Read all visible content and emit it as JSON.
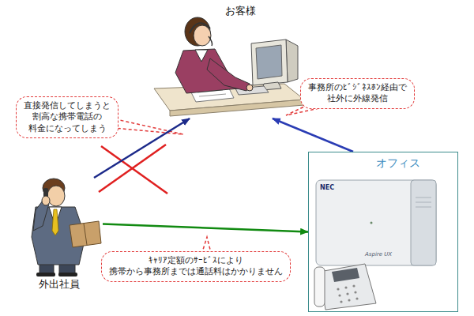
{
  "diagram": {
    "nodes": [
      {
        "text": [
          "お客様"
        ]
      },
      {
        "text": [
          "事務所のﾋﾞｼﾞﾈｽﾎﾝ経由で 社外に外線発信"
        ]
      },
      {
        "text": [
          "直接発信してしまうと 割高な携帯電話の 料金になってしまう"
        ]
      },
      {
        "text": [
          "オフィス"
        ]
      },
      {
        "text": [
          "外出社員"
        ]
      },
      {
        "text": [
          "ｷｬﾘｱ定額のｻｰﾋﾞｽにより 携帯から事務所までは通話料はかかりません"
        ]
      }
    ],
    "edges": [
      {
        "from": 4,
        "to": 0,
        "arrow": "to"
      },
      {
        "from": 3,
        "to": 0,
        "arrow": "to"
      },
      {
        "from": 4,
        "to": 3,
        "arrow": "to"
      }
    ],
    "labels": [
      "NEC",
      "Aspire UX"
    ]
  }
}
